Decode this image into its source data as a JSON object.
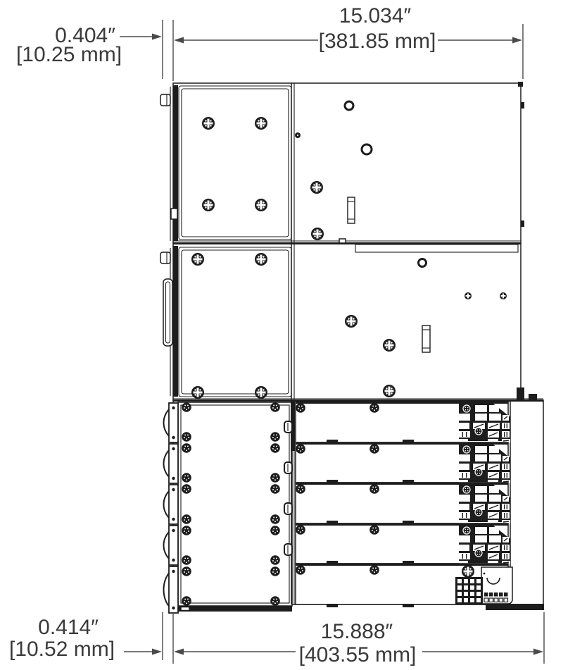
{
  "dimensions": {
    "top_offset": {
      "inches": "0.404″",
      "mm": "[10.25 mm]"
    },
    "top_width": {
      "inches": "15.034″",
      "mm": "[381.85 mm]"
    },
    "bottom_offset": {
      "inches": "0.414″",
      "mm": "[10.52 mm]"
    },
    "bottom_width": {
      "inches": "15.888″",
      "mm": "[403.55 mm]"
    }
  },
  "colors": {
    "background": "#ffffff",
    "line": "#1d1d1d",
    "dimension_line": "#4a4a4a",
    "dimension_text": "#3a3a3a"
  }
}
